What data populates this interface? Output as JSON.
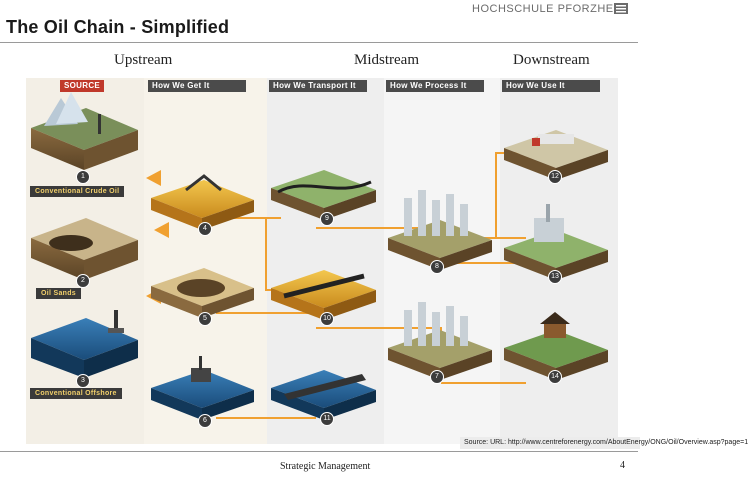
{
  "header": {
    "institution": "HOCHSCHULE PFORZHEIM",
    "title": "The Oil Chain - Simplified"
  },
  "stages": [
    "Upstream",
    "Midstream",
    "Downstream"
  ],
  "diagram": {
    "column_heads": [
      "SOURCE",
      "How We Get It",
      "How We Transport It",
      "How We Process It",
      "How We Use It"
    ],
    "source_labels": [
      "Conventional Crude Oil",
      "Oil Sands",
      "Conventional Offshore"
    ],
    "step_numbers": [
      "1",
      "2",
      "3",
      "4",
      "5",
      "6",
      "7",
      "8",
      "9",
      "10",
      "11",
      "12",
      "13",
      "14"
    ]
  },
  "source_note": "Source: URL: http://www.centreforenergy.com/AboutEnergy/ONG/Oil/Overview.asp?page=1",
  "footer": {
    "label": "Strategic Management",
    "page": "4"
  }
}
